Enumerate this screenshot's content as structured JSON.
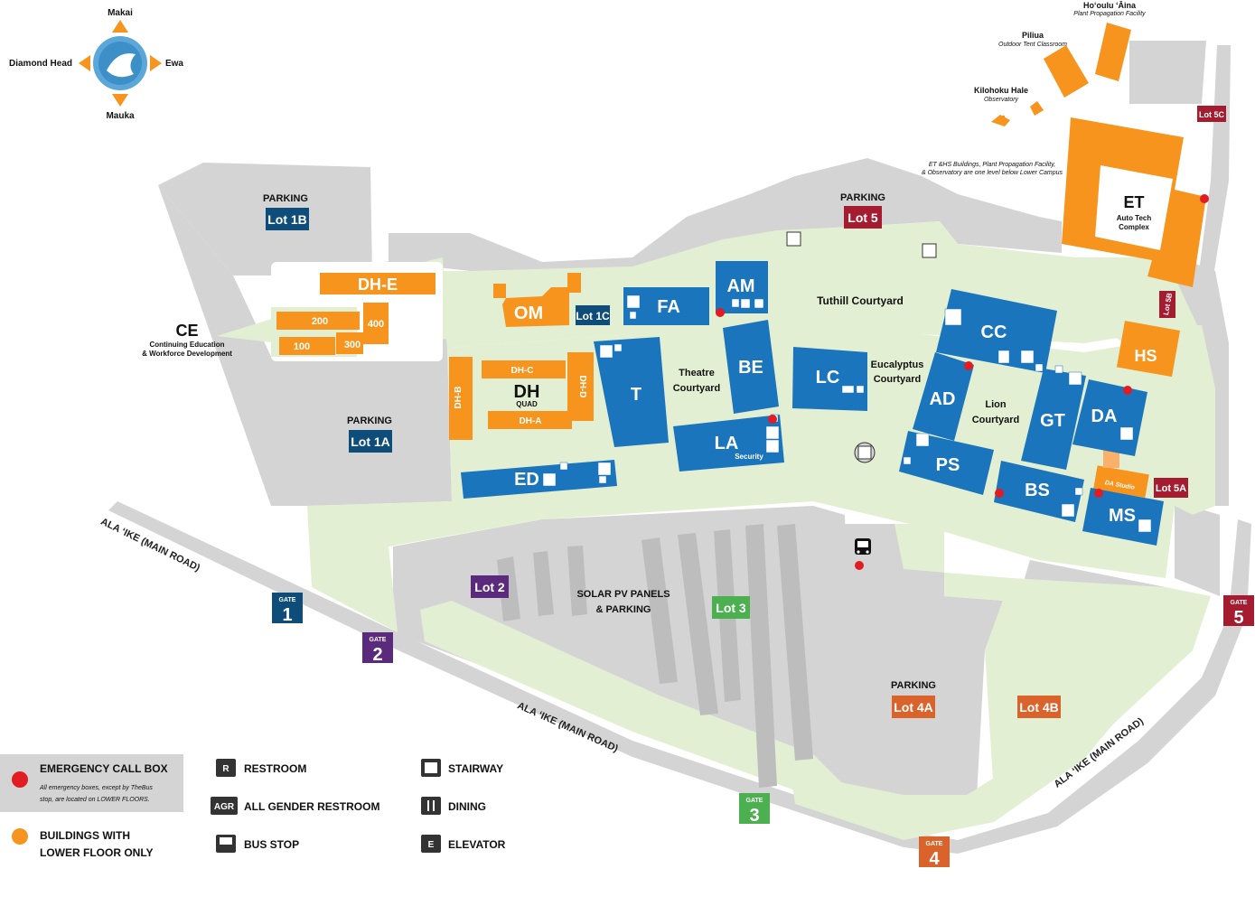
{
  "compass": {
    "north": "Makai",
    "south": "Mauka",
    "west": "Diamond Head",
    "east": "Ewa"
  },
  "colors": {
    "blue": "#1b75bc",
    "orange": "#f7941d",
    "red": "#e21c23",
    "lot_blue": "#0e4c7a",
    "lot_red": "#a51c30",
    "lot_purple": "#5b2a7d",
    "lot_green": "#4caf50",
    "lot_orange": "#d9632a",
    "grass": "#e3efd3",
    "road": "#d4d4d4"
  },
  "buildings": {
    "am": "AM",
    "fa": "FA",
    "be": "BE",
    "t": "T",
    "la": "LA",
    "la_sub": "Security",
    "lc": "LC",
    "ed": "ED",
    "cc": "CC",
    "ad": "AD",
    "gt": "GT",
    "da": "DA",
    "ps": "PS",
    "bs": "BS",
    "ms": "MS",
    "om": "OM",
    "dhe": "DH-E",
    "dhc": "DH-C",
    "dha": "DH-A",
    "dhb": "DH-B",
    "dhd": "DH-D",
    "dh": "DH",
    "dh_sub": "QUAD",
    "b200": "200",
    "b400": "400",
    "b100": "100",
    "b300": "300",
    "hs": "HS",
    "et": "ET",
    "et_sub1": "Auto Tech",
    "et_sub2": "Complex",
    "da_studio": "DA Studio"
  },
  "ce": {
    "code": "CE",
    "line1": "Continuing Education",
    "line2": "& Workforce Development"
  },
  "lots": {
    "lot1b": "Lot 1B",
    "lot1a": "Lot 1A",
    "lot1c": "Lot 1C",
    "lot5": "Lot 5",
    "lot5a": "Lot 5A",
    "lot5b": "Lot 5B",
    "lot5c": "Lot 5C",
    "lot2": "Lot 2",
    "lot3": "Lot 3",
    "lot4a": "Lot 4A",
    "lot4b": "Lot 4B"
  },
  "parking_label": "PARKING",
  "solar": {
    "line1": "SOLAR PV PANELS",
    "line2": "& PARKING"
  },
  "courtyards": {
    "tuthill": "Tuthill Courtyard",
    "theatre1": "Theatre",
    "theatre2": "Courtyard",
    "euc1": "Eucalyptus",
    "euc2": "Courtyard",
    "lion1": "Lion",
    "lion2": "Courtyard"
  },
  "top": {
    "hooulu": "Ho‘oulu ‘Āina",
    "hooulu_sub": "Plant Propagation Facility",
    "piliua": "Piliua",
    "piliua_sub": "Outdoor Tent Classroom",
    "kilohoku": "Kilohoku Hale",
    "kilohoku_sub": "Observatory",
    "note1": "ET &HS Buildings, Plant Propagation Facility,",
    "note2": "& Observatory are one level below Lower Campus"
  },
  "roads": {
    "r1": "ALA ‘IKE (MAIN ROAD)",
    "r2": "ALA ‘IKE (MAIN ROAD)",
    "r3": "ALA ‘IKE (MAIN ROAD)"
  },
  "gates": {
    "word": "GATE",
    "g1": "1",
    "g2": "2",
    "g3": "3",
    "g4": "4",
    "g5": "5"
  },
  "legend": {
    "emergency": "EMERGENCY CALL BOX",
    "emergency_note1": "All emergency boxes, except by TheBus",
    "emergency_note2": "stop, are located on LOWER FLOORS.",
    "lower1": "BUILDINGS WITH",
    "lower2": "LOWER FLOOR ONLY",
    "restroom": "RESTROOM",
    "agr": "ALL GENDER RESTROOM",
    "bus": "BUS STOP",
    "stair": "STAIRWAY",
    "dining": "DINING",
    "elevator": "ELEVATOR",
    "icon_r": "R",
    "icon_agr": "AGR",
    "icon_e": "E"
  }
}
